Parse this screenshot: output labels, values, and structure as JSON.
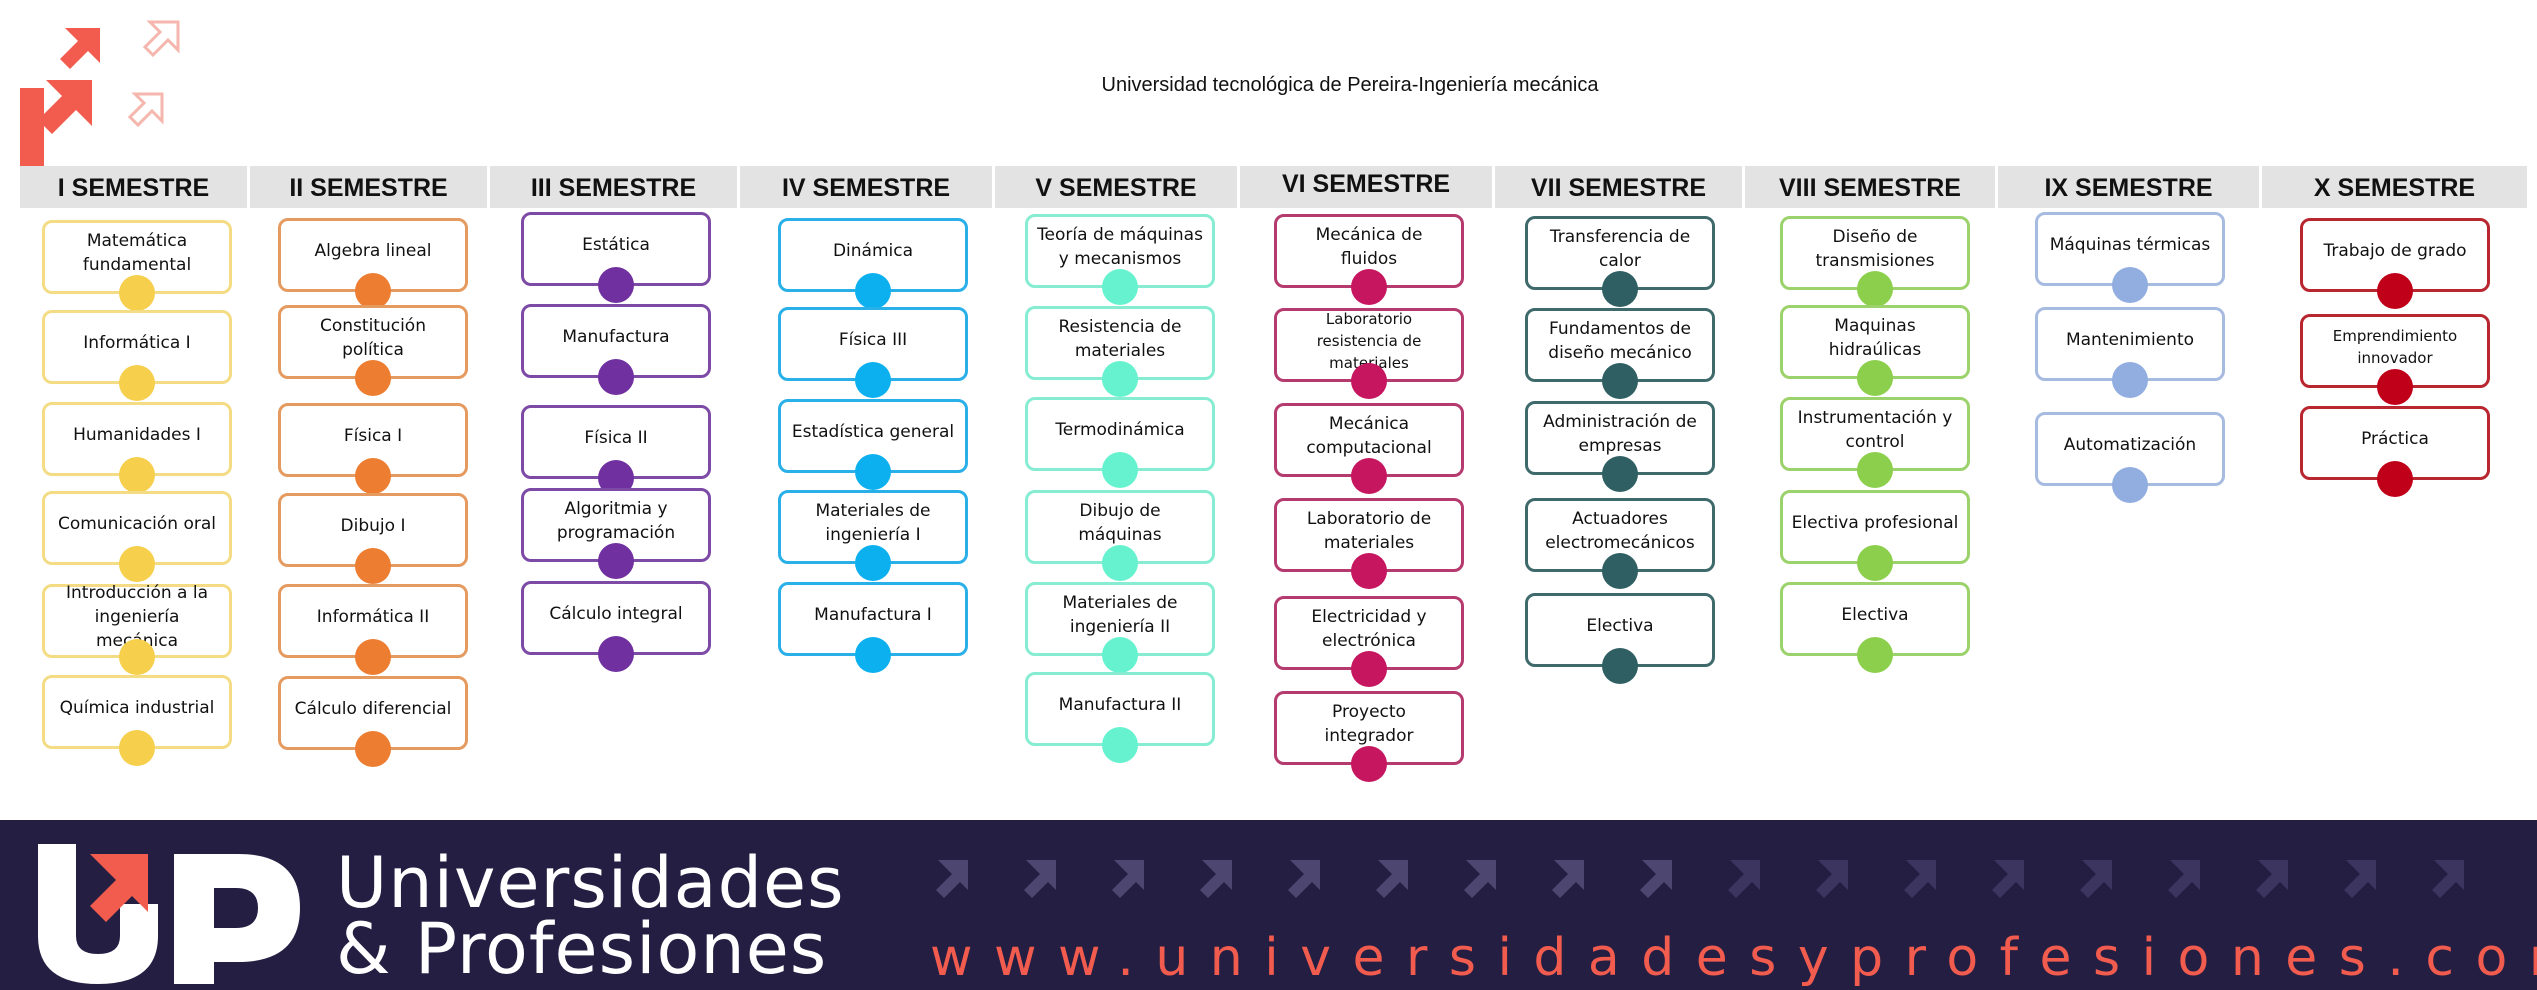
{
  "title": "Universidad tecnológica de Pereira-Ingeniería mecánica",
  "icons": [
    "logo-arrows-icon"
  ],
  "colors": {
    "header_band": "#e3e3e3",
    "banner_bg": "#241f42",
    "brand_red": "#f25c4f"
  },
  "semesters": [
    {
      "name": "I SEMESTRE",
      "color": "#f6d04d",
      "border": "#f3dc84",
      "courses": [
        "Matemática fundamental",
        "Informática I",
        "Humanidades I",
        "Comunicación oral",
        "Introducción a la ingeniería mecánica",
        "Química industrial"
      ]
    },
    {
      "name": "II SEMESTRE",
      "color": "#ed7d31",
      "border": "#e59a60",
      "courses": [
        "Algebra lineal",
        "Constitución política",
        "Física I",
        "Dibujo I",
        "Informática II",
        "Cálculo diferencial"
      ]
    },
    {
      "name": "III SEMESTRE",
      "color": "#7030a0",
      "border": "#7d4aa6",
      "courses": [
        "Estática",
        "Manufactura",
        "Física II",
        "Algoritmia y programación",
        "Cálculo integral"
      ]
    },
    {
      "name": "IV SEMESTRE",
      "color": "#0db0ef",
      "border": "#2ab0e8",
      "courses": [
        "Dinámica",
        "Física III",
        "Estadística general",
        "Materiales de ingeniería I",
        "Manufactura I"
      ]
    },
    {
      "name": "V SEMESTRE",
      "color": "#66f2cf",
      "border": "#86ecd2",
      "courses": [
        "Teoría de máquinas y mecanismos",
        "Resistencia de materiales",
        "Termodinámica",
        "Dibujo de máquinas",
        "Materiales de ingeniería II",
        "Manufactura II"
      ]
    },
    {
      "name": "VI SEMESTRE",
      "color": "#c5165f",
      "border": "#b53a6e",
      "courses": [
        "Mecánica de fluidos",
        "Laboratorio resistencia de materiales",
        "Mecánica computacional",
        "Laboratorio de materiales",
        "Electricidad y electrónica",
        "Proyecto integrador"
      ]
    },
    {
      "name": "VII SEMESTRE",
      "color": "#2f5f62",
      "border": "#3f6a6c",
      "courses": [
        "Transferencia de calor",
        "Fundamentos de diseño mecánico",
        "Administración de empresas",
        "Actuadores electromecánicos",
        "Electiva"
      ]
    },
    {
      "name": "VIII SEMESTRE",
      "color": "#8ccf4d",
      "border": "#9bd26b",
      "courses": [
        "Diseño de transmisiones",
        "Maquinas hidraúlicas",
        "Instrumentación y control",
        "Electiva profesional",
        "Electiva"
      ]
    },
    {
      "name": "IX SEMESTRE",
      "color": "#92aee0",
      "border": "#a7bbe0",
      "courses": [
        "Máquinas térmicas",
        "Mantenimiento",
        "Automatización"
      ]
    },
    {
      "name": "X SEMESTRE",
      "color": "#c00018",
      "border": "#b8262f",
      "courses": [
        "Trabajo de grado",
        "Emprendimiento innovador",
        "Práctica"
      ]
    }
  ],
  "banner": {
    "brand_line1": "Universidades",
    "brand_line2": "& Profesiones",
    "url": "www.universidadesyprofesiones.com"
  }
}
